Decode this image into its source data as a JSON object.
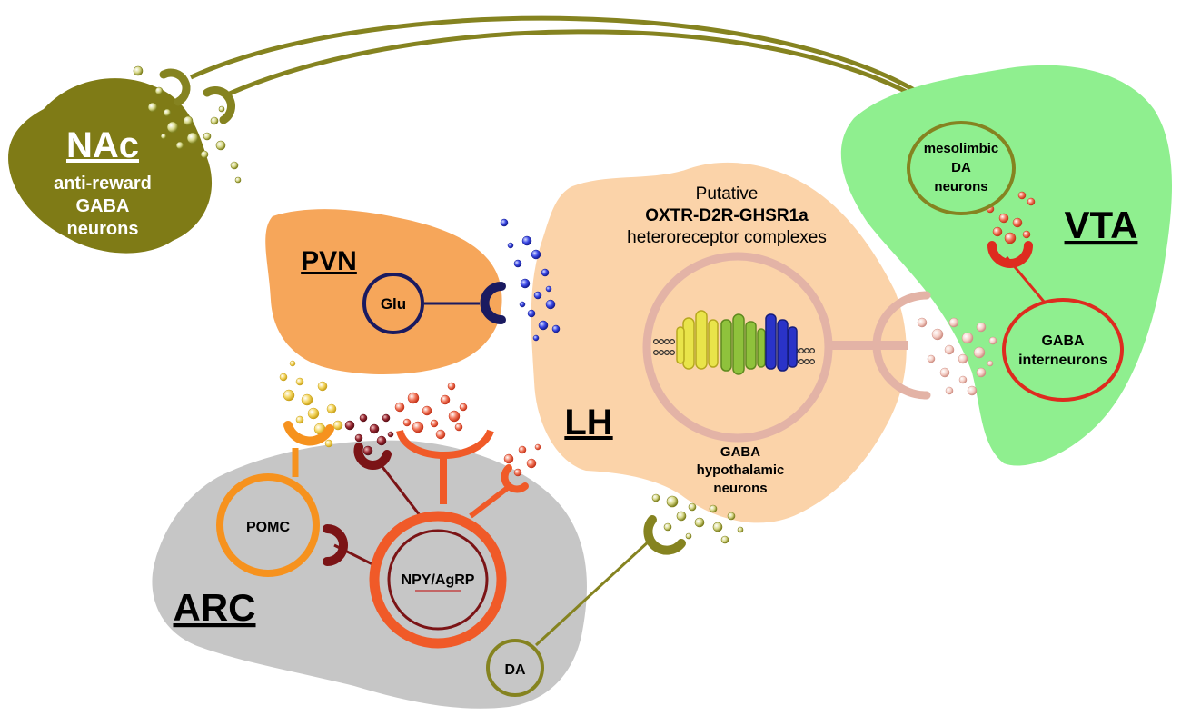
{
  "colors": {
    "nac": "#7f7b16",
    "vta": "#8fef8f",
    "lh": "#fbd3a9",
    "pvn": "#f6a65a",
    "arc": "#c6c6c6",
    "olive": "#858320",
    "glu": "#1a1a60",
    "pomc": "#f6921e",
    "npy": "#f05a28",
    "maroon": "#7b1416",
    "gaba_red": "#de2b1f",
    "pink": "#e3b3a6"
  },
  "regions": {
    "nac": {
      "title": "NAc",
      "line1": "anti-reward",
      "line2": "GABA",
      "line3": "neurons"
    },
    "vta": {
      "title": "VTA"
    },
    "pvn": {
      "title": "PVN"
    },
    "lh": {
      "title": "LH"
    },
    "arc": {
      "title": "ARC"
    }
  },
  "neurons": {
    "mesolimbic": {
      "line1": "mesolimbic",
      "line2": "DA",
      "line3": "neurons"
    },
    "gaba_inter": {
      "line1": "GABA",
      "line2": "interneurons"
    },
    "glu": "Glu",
    "pomc": "POMC",
    "npy": "NPY/AgRP",
    "da": "DA",
    "lh_gaba": {
      "line1": "GABA",
      "line2": "hypothalamic",
      "line3": "neurons"
    }
  },
  "complex": {
    "line1": "Putative",
    "line2": "OXTR-D2R-GHSR1a",
    "line3": "heteroreceptor complexes"
  }
}
